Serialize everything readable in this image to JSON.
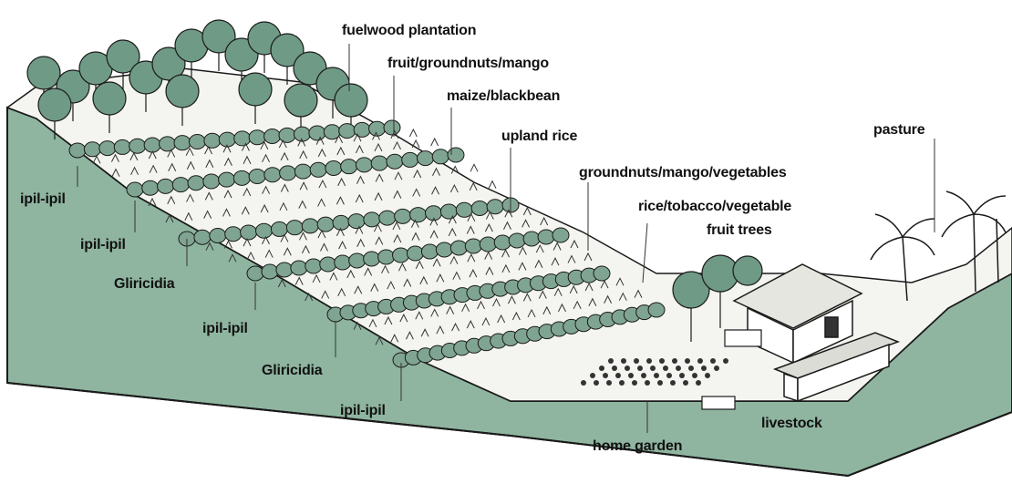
{
  "labels": {
    "fuelwood_plantation": "fuelwood plantation",
    "fruit_groundnuts_mango": "fruit/groundnuts/mango",
    "maize_blackbean": "maize/blackbean",
    "upland_rice": "upland rice",
    "pasture": "pasture",
    "groundnuts_mango_vegetables": "groundnuts/mango/vegetables",
    "rice_tobacco_vegetable": "rice/tobacco/vegetable",
    "fruit_trees": "fruit trees",
    "ipil_ipil_1": "ipil-ipil",
    "ipil_ipil_2": "ipil-ipil",
    "gliricidia_1": "Gliricidia",
    "ipil_ipil_3": "ipil-ipil",
    "gliricidia_2": "Gliricidia",
    "ipil_ipil_4": "ipil-ipil",
    "livestock": "livestock",
    "home_garden": "home garden"
  },
  "colors": {
    "ink": "#1a1a1a",
    "foliage_green": "#5f8f78",
    "front_face_green": "#8fb5a0",
    "ground": "#f4f4f0"
  }
}
